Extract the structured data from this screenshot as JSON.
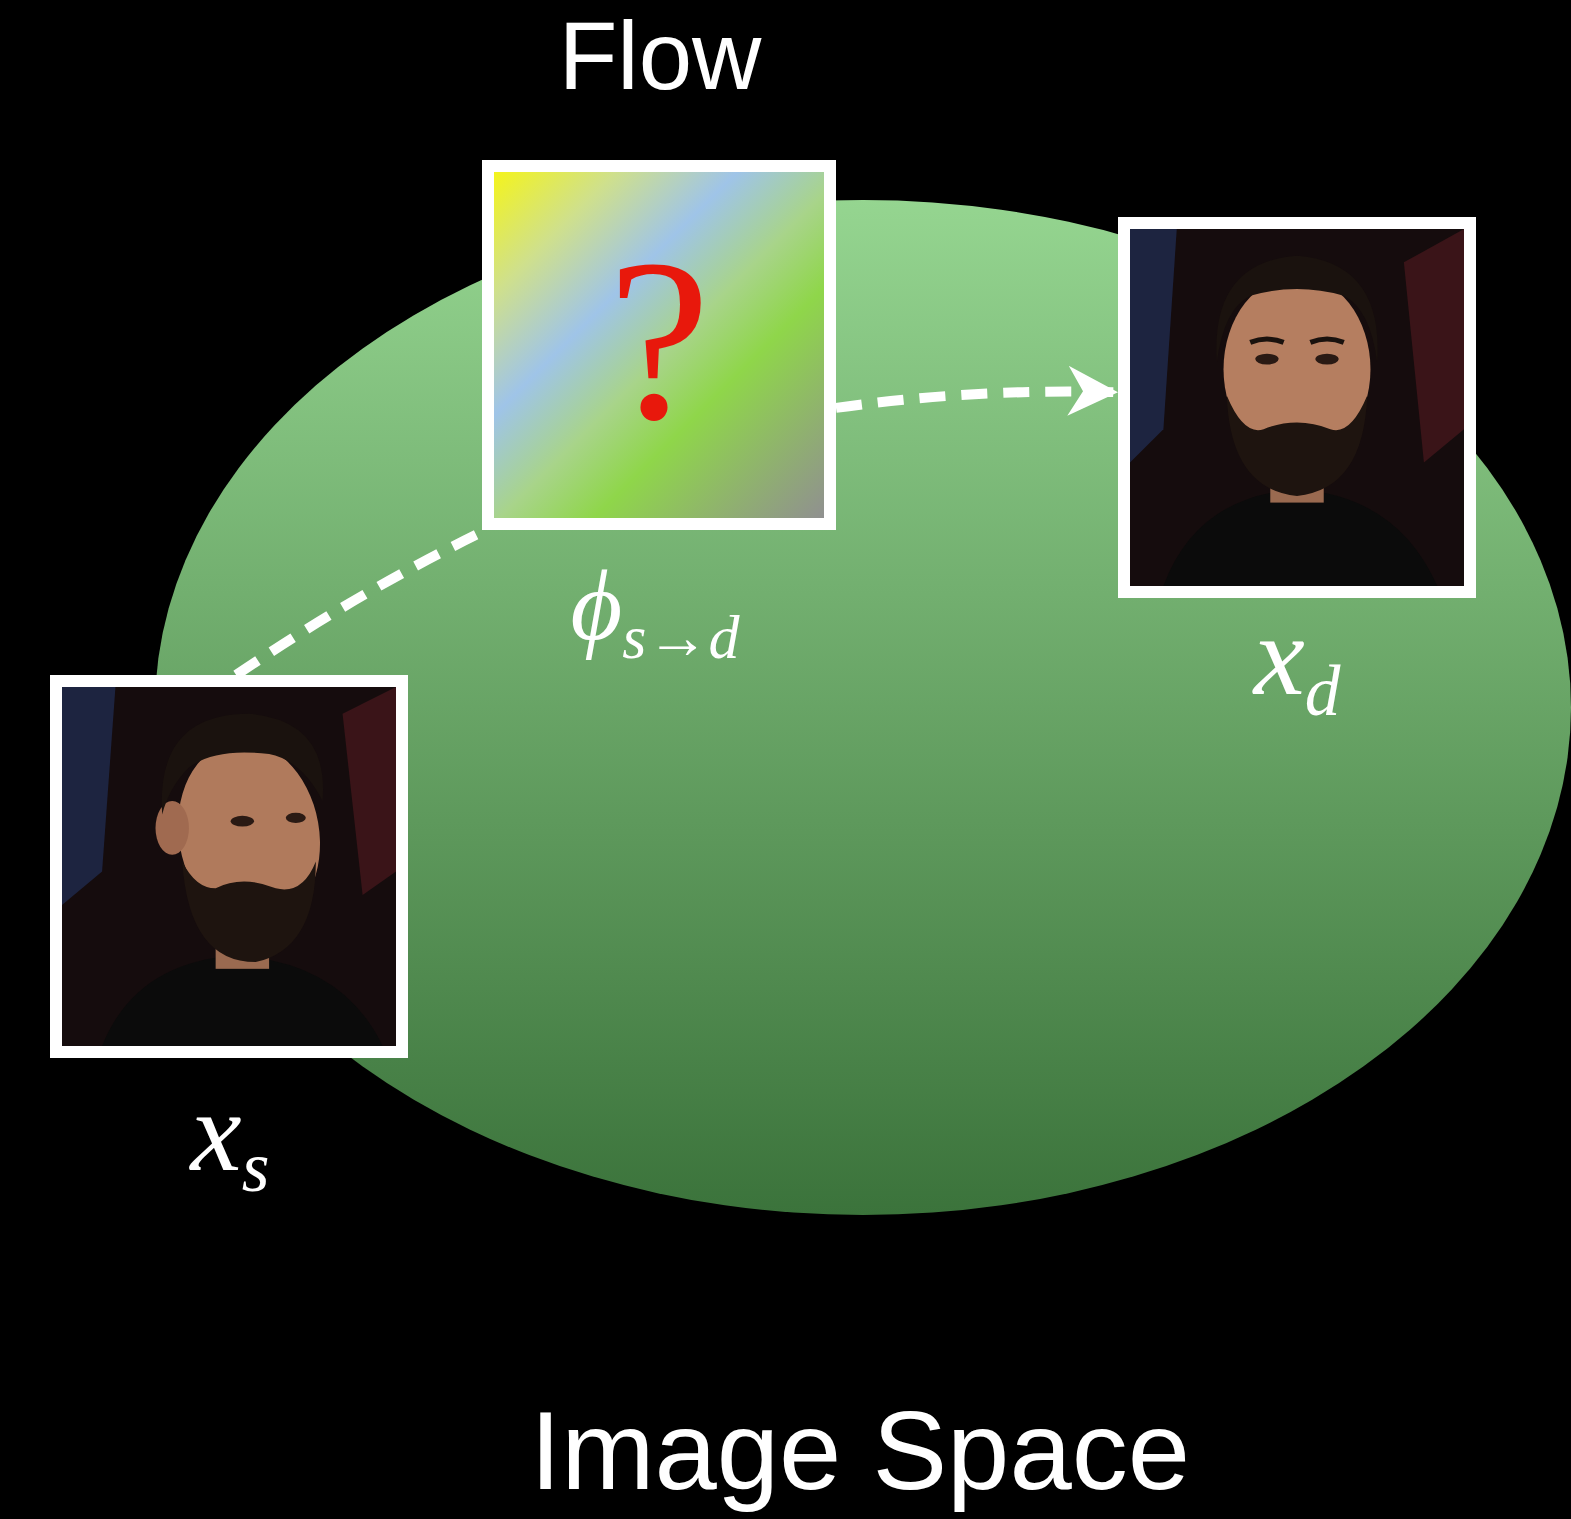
{
  "diagram": {
    "nodes": [
      {
        "text": [
          "Image Space"
        ]
      },
      {
        "text": [
          "Flow",
          "?",
          "ϕs→d"
        ],
        "in": 0
      },
      {
        "text": [
          "xd"
        ],
        "in": 0
      },
      {
        "text": [
          "xs"
        ],
        "in": 0
      }
    ],
    "edges": [
      {
        "from": 3,
        "to": 1,
        "arrow": "none"
      },
      {
        "from": 1,
        "to": 2,
        "arrow": "to"
      }
    ]
  }
}
